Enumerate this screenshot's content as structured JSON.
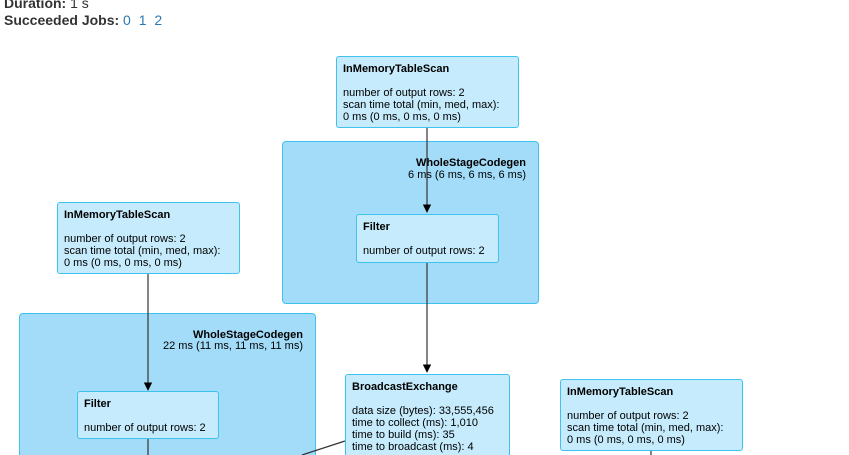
{
  "summary": {
    "duration_label": "Duration:",
    "duration_value": "1 s",
    "jobs_label": "Succeeded Jobs:",
    "jobs": [
      "0",
      "1",
      "2"
    ]
  },
  "plan": {
    "scan_top": {
      "title": "InMemoryTableScan",
      "lines": [
        "number of output rows: 2",
        "scan time total (min, med, max):",
        "0 ms (0 ms, 0 ms, 0 ms)"
      ]
    },
    "codegen_top": {
      "title": "WholeStageCodegen",
      "metric": "6 ms (6 ms, 6 ms, 6 ms)"
    },
    "filter_top": {
      "title": "Filter",
      "lines": [
        "number of output rows: 2"
      ]
    },
    "scan_left": {
      "title": "InMemoryTableScan",
      "lines": [
        "number of output rows: 2",
        "scan time total (min, med, max):",
        "0 ms (0 ms, 0 ms, 0 ms)"
      ]
    },
    "codegen_left": {
      "title": "WholeStageCodegen",
      "metric": "22 ms (11 ms, 11 ms, 11 ms)"
    },
    "filter_left": {
      "title": "Filter",
      "lines": [
        "number of output rows: 2"
      ]
    },
    "broadcast": {
      "title": "BroadcastExchange",
      "lines": [
        "data size (bytes): 33,555,456",
        "time to collect (ms): 1,010",
        "time to build (ms): 35",
        "time to broadcast (ms): 4"
      ]
    },
    "scan_right": {
      "title": "InMemoryTableScan",
      "lines": [
        "number of output rows: 2",
        "scan time total (min, med, max):",
        "0 ms (0 ms, 0 ms, 0 ms)"
      ]
    }
  },
  "colors": {
    "cluster_fill": "#a3dcf8",
    "node_fill": "#c5ebfc",
    "border": "#3ec3f0",
    "link": "#2a7ab0",
    "edge": "#333333"
  }
}
